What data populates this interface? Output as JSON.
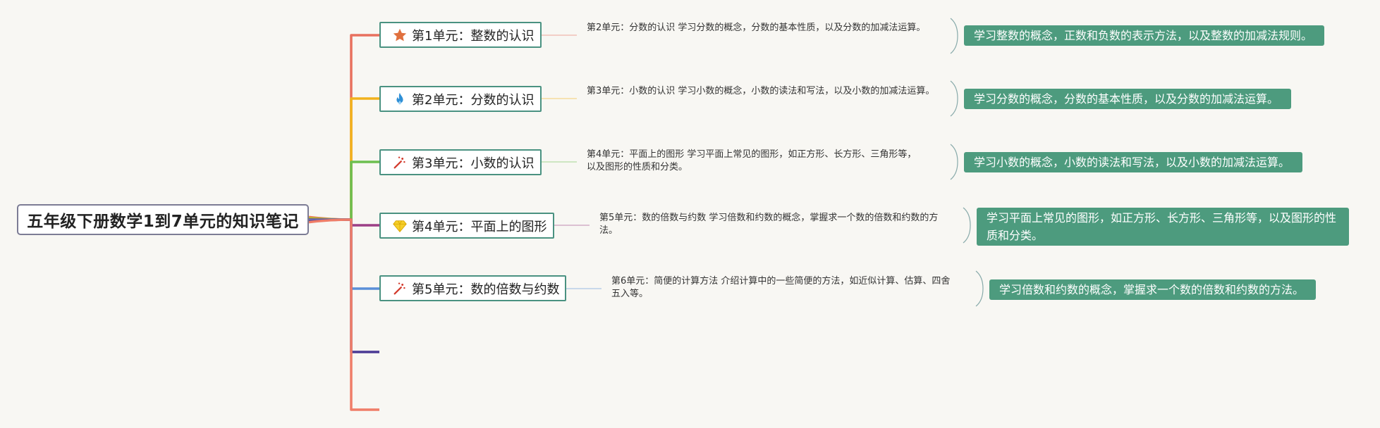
{
  "root": {
    "title": "五年级下册数学1到7单元的知识笔记"
  },
  "units": [
    {
      "icon": "star-icon",
      "label": "第1单元：整数的认识",
      "branch_color": "#e8705e",
      "note": "第2单元：分数的认识 学习分数的概念，分数的基本性质，以及分数的加减法运算。",
      "summary": "学习整数的概念，正数和负数的表示方法，以及整数的加减法规则。"
    },
    {
      "icon": "fire-icon",
      "label": "第2单元：分数的认识",
      "branch_color": "#f1b21c",
      "note": "第3单元：小数的认识 学习小数的概念，小数的读法和写法，以及小数的加减法运算。",
      "summary": "学习分数的概念，分数的基本性质，以及分数的加减法运算。"
    },
    {
      "icon": "sparkle-icon",
      "label": "第3单元：小数的认识",
      "branch_color": "#6cbf4f",
      "note": "第4单元：平面上的图形 学习平面上常见的图形，如正方形、长方形、三角形等，以及图形的性质和分类。",
      "summary": "学习小数的概念，小数的读法和写法，以及小数的加减法运算。"
    },
    {
      "icon": "diamond-icon",
      "label": "第4单元：平面上的图形",
      "branch_color": "#9c3f86",
      "note": "第5单元：数的倍数与约数 学习倍数和约数的概念，掌握求一个数的倍数和约数的方法。",
      "summary": "学习平面上常见的图形，如正方形、长方形、三角形等，以及图形的性质和分类。"
    },
    {
      "icon": "sparkle-icon",
      "label": "第5单元：数的倍数与约数",
      "branch_color": "#5a8fd8",
      "note": "第6单元：简便的计算方法 介绍计算中的一些简便的方法，如近似计算、估算、四舍五入等。",
      "summary": "学习倍数和约数的概念，掌握求一个数的倍数和约数的方法。"
    }
  ],
  "empty_branch_colors": [
    "#4a3a94",
    "#ef7d68"
  ]
}
